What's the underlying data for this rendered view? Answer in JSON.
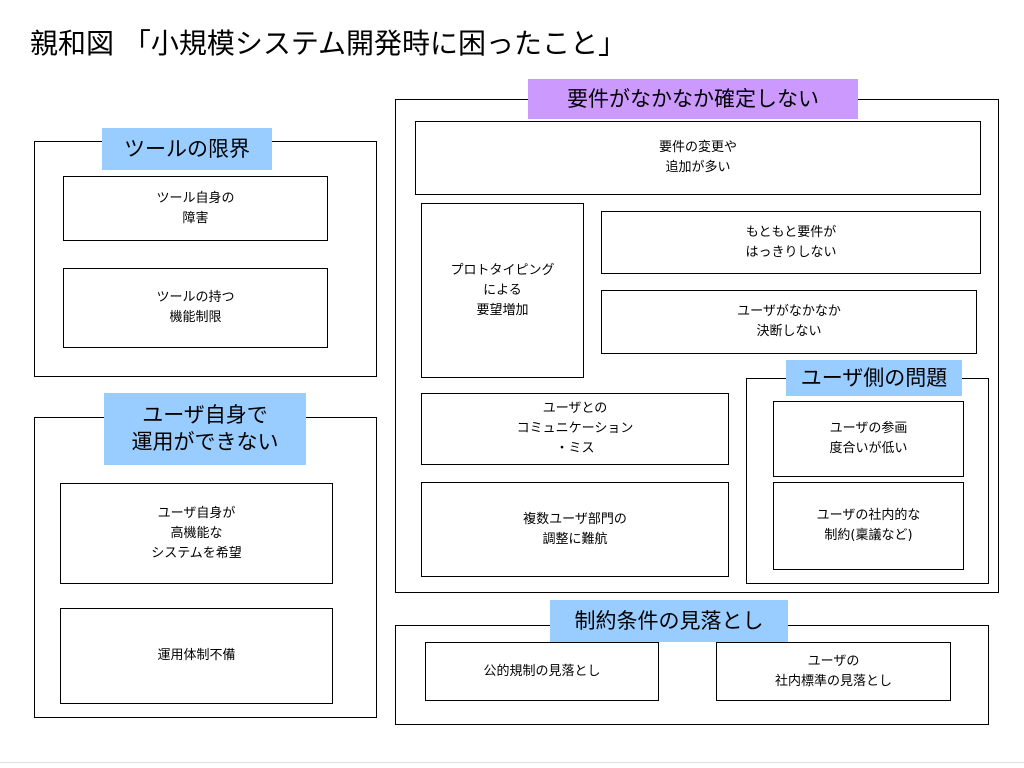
{
  "title": "親和図 「小規模システム開発時に困ったこと」",
  "groups": {
    "tool_limits": {
      "label": "ツールの限界",
      "cards": [
        "ツール自身の\n障害",
        "ツールの持つ\n機能制限"
      ]
    },
    "user_operation": {
      "label": "ユーザ自身で\n運用ができない",
      "cards": [
        "ユーザ自身が\n高機能な\nシステムを希望",
        "運用体制不備"
      ]
    },
    "requirements": {
      "label": "要件がなかなか確定しない",
      "cards": [
        "要件の変更や\n追加が多い",
        "プロトタイピング\nによる\n要望増加",
        "もともと要件が\nはっきりしない",
        "ユーザがなかなか\n決断しない",
        "ユーザとの\nコミュニケーション\n・ミス",
        "複数ユーザ部門の\n調整に難航"
      ]
    },
    "user_side": {
      "label": "ユーザ側の問題",
      "cards": [
        "ユーザの参画\n度合いが低い",
        "ユーザの社内的な\n制約(稟議など)"
      ]
    },
    "constraints": {
      "label": "制約条件の見落とし",
      "cards": [
        "公的規制の見落とし",
        "ユーザの\n社内標準の見落とし"
      ]
    }
  },
  "colors": {
    "label_blue": "#99ccff",
    "label_purple": "#cc99ff"
  }
}
